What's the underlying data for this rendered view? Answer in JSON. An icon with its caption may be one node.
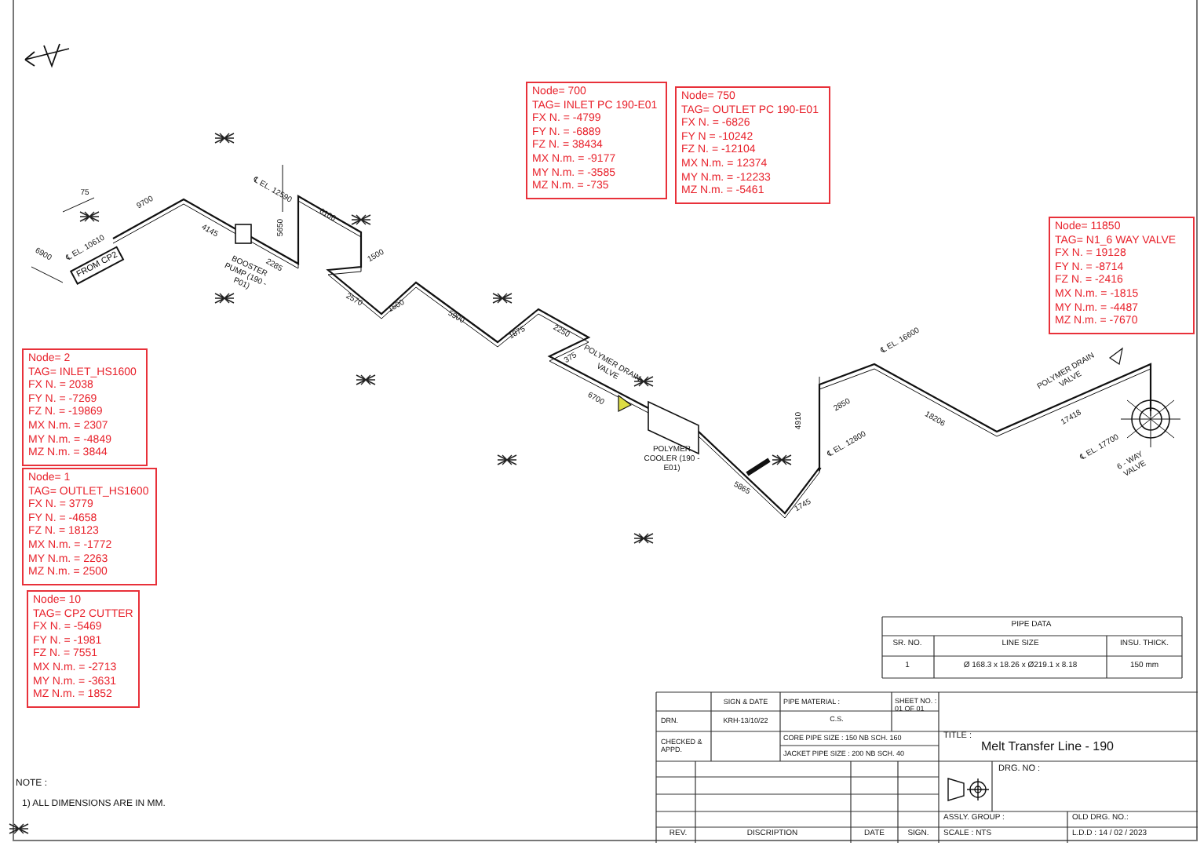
{
  "diagram": {
    "title": "Melt Transfer Line - 190",
    "nodes": [
      {
        "text": [
          "Node= 700",
          "TAG= INLET PC 190-E01",
          "FX N. = -4799",
          "FY N. = -6889",
          "FZ N. = 38434",
          "MX N.m. = -9177",
          "MY N.m. = -3585",
          "MZ N.m. = -735"
        ]
      },
      {
        "text": [
          "Node= 750",
          "TAG= OUTLET PC 190-E01",
          "FX N. = -6826",
          "FY N = -10242",
          "FZ N. = -12104",
          "MX N.m. = 12374",
          "MY N.m. = -12233",
          "MZ N.m. = -5461"
        ]
      },
      {
        "text": [
          "Node= 11850",
          "TAG= N1_6 WAY VALVE",
          "FX N. = 19128",
          "FY N. = -8714",
          "FZ N. = -2416",
          "MX N.m. = -1815",
          "MY N.m. = -4487",
          "MZ N.m. = -7670"
        ]
      },
      {
        "text": [
          "Node= 2",
          "TAG= INLET_HS1600",
          "FX N. = 2038",
          "FY N. = -7269",
          "FZ N. = -19869",
          "MX N.m. = 2307",
          "MY N.m. = -4849",
          "MZ N.m. = 3844"
        ]
      },
      {
        "text": [
          "Node= 1",
          "TAG= OUTLET_HS1600",
          "FX N. = 3779",
          "FY N. = -4658",
          "FZ N. = 18123",
          "MX N.m. = -1772",
          "MY N.m. = 2263",
          "MZ N.m. = 2500"
        ]
      },
      {
        "text": [
          "Node= 10",
          "TAG= CP2 CUTTER",
          "FX N. = -5469",
          "FY N. = -1981",
          "FZ N. = 7551",
          "MX N.m. = -2713",
          "MY N.m. = -3631",
          "MZ N.m. = 1852"
        ]
      },
      {
        "text": [
          "FROM CP2"
        ]
      }
    ],
    "labels": [
      "75",
      "9700",
      "6900",
      "℄ EL. 10610",
      "4145",
      "BOOSTER PUMP (190 - P01)",
      "℄ EL. 12590",
      "5650",
      "2285",
      "6106",
      "1500",
      "2570",
      "1500",
      "5900",
      "1875",
      "2250",
      "375",
      "POLYMER DRAIN VALVE",
      "6700",
      "POLYMER COOLER (190 - E01)",
      "5865",
      "1745",
      "℄ EL. 12800",
      "4910",
      "2850",
      "℄ EL. 16600",
      "18206",
      "POLYMER DRAIN VALVE",
      "17418",
      "℄ EL. 17700",
      "6 - WAY VALVE",
      "PIPE DATA",
      "SR. NO.",
      "LINE SIZE",
      "INSU. THICK.",
      "1",
      "Ø 168.3 x 18.26 x Ø219.1 x 8.18",
      "150 mm",
      "SIGN & DATE",
      "PIPE MATERIAL :",
      "C.S.",
      "SHEET NO. : 01 OF 01",
      "DRN.",
      "KRH-13/10/22",
      "CHECKED & APPD.",
      "CORE PIPE SIZE : 150 NB SCH. 160",
      "JACKET PIPE SIZE : 200 NB SCH. 40",
      "TITLE :",
      "DRG. NO :",
      "ASSLY. GROUP :",
      "OLD DRG. NO.:",
      "REV.",
      "DISCRIPTION",
      "DATE",
      "SIGN.",
      "SCALE : NTS",
      "L.D.D : 14 / 02 / 2023",
      "NOTE :",
      "1) ALL DIMENSIONS ARE IN MM."
    ]
  }
}
